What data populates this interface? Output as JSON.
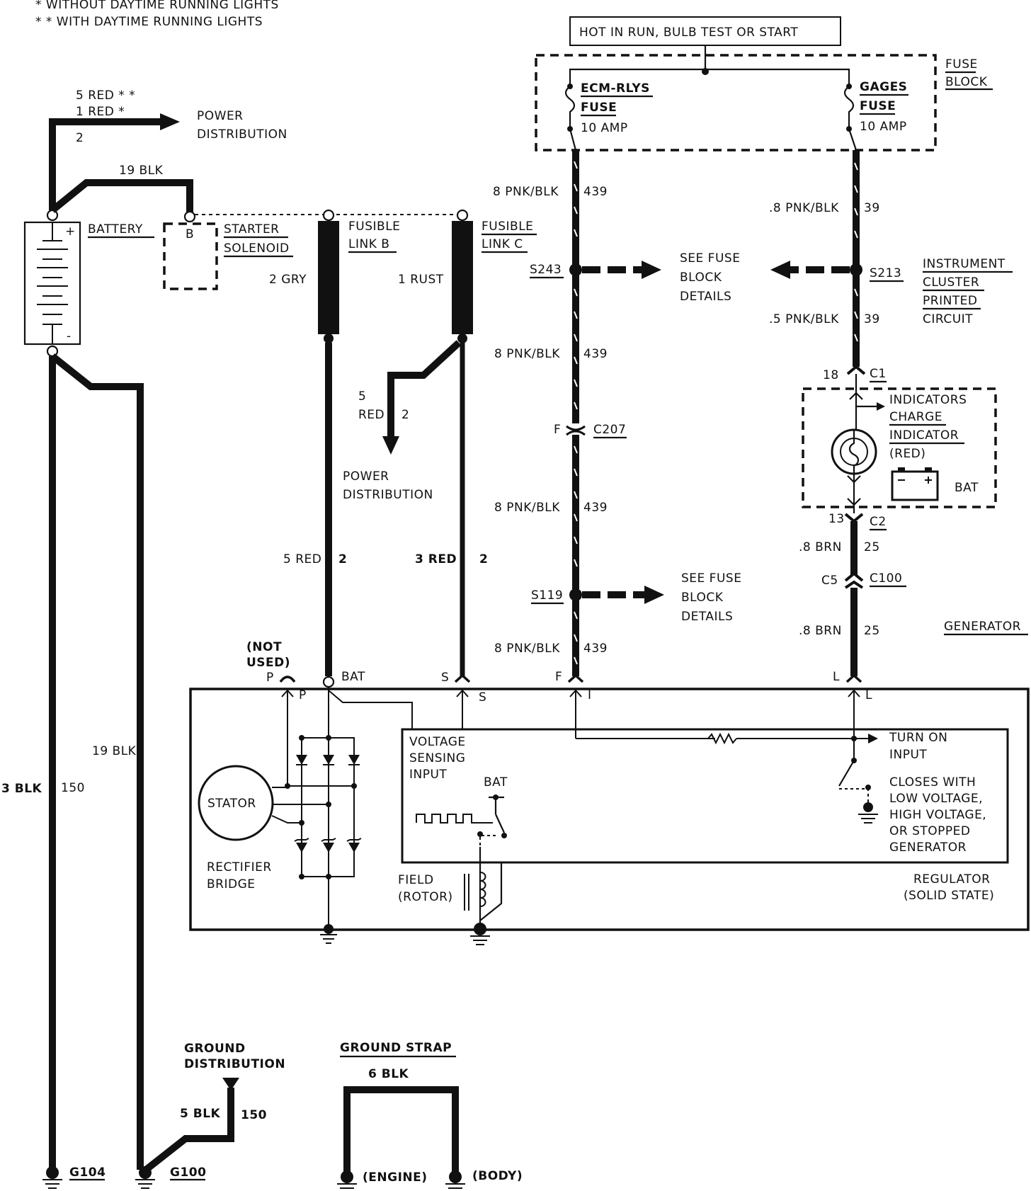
{
  "legend": {
    "without_drl": "*   WITHOUT DAYTIME RUNNING LIGHTS",
    "with_drl": "* *  WITH DAYTIME RUNNING LIGHTS"
  },
  "hot_box": "HOT IN RUN, BULB TEST OR START",
  "fuse_block": {
    "label_1": "FUSE",
    "label_2": "BLOCK",
    "ecm_1": "ECM-RLYS",
    "ecm_2": "FUSE",
    "ecm_3": "10 AMP",
    "gages_1": "GAGES",
    "gages_2": "FUSE",
    "gages_3": "10 AMP"
  },
  "battery": {
    "label": "BATTERY",
    "w_5red": "5 RED  * *",
    "w_1red": "1 RED  *",
    "w_2": "2",
    "pd_1": "POWER",
    "pd_2": "DISTRIBUTION",
    "w_19blk": "19 BLK",
    "plus": "+",
    "minus": "-"
  },
  "starter": {
    "b": "B",
    "label_1": "STARTER",
    "label_2": "SOLENOID"
  },
  "fusible_b": {
    "label_1": "FUSIBLE",
    "label_2": "LINK B",
    "wire": "2 GRY"
  },
  "fusible_c": {
    "label_1": "FUSIBLE",
    "label_2": "LINK C",
    "wire": "1 RUST"
  },
  "pd2": {
    "w5": "5",
    "red": "RED",
    "w2": "2",
    "label_1": "POWER",
    "label_2": "DISTRIBUTION"
  },
  "bat_wire": {
    "a": "5 RED",
    "b": "2"
  },
  "s_wire": {
    "a": "3  RED",
    "b": "2"
  },
  "ecm_circuit": {
    "w1": "8 PNK/BLK",
    "n1": "439",
    "s243": "S243",
    "see1_1": "SEE FUSE",
    "see1_2": "BLOCK",
    "see1_3": "DETAILS",
    "w2": "8 PNK/BLK",
    "n2": "439",
    "f": "F",
    "c207": "C207",
    "w3": "8 PNK/BLK",
    "n3": "439",
    "s119": "S119",
    "see2_1": "SEE FUSE",
    "see2_2": "BLOCK",
    "see2_3": "DETAILS",
    "w4": "8 PNK/BLK",
    "n4": "439"
  },
  "gages_circuit": {
    "w1": ".8 PNK/BLK",
    "n1": "39",
    "s213": "S213",
    "w2": ".5 PNK/BLK",
    "n2": "39",
    "ic_1": "INSTRUMENT",
    "ic_2": "CLUSTER",
    "ic_3": "PRINTED",
    "ic_4": "CIRCUIT",
    "p18": "18",
    "c1": "C1",
    "ind_1": "INDICATORS",
    "ind_2": "CHARGE",
    "ind_3": "INDICATOR",
    "ind_4": "(RED)",
    "bat": "BAT",
    "p13": "13",
    "c2": "C2",
    "w3": ".8 BRN",
    "n3": "25",
    "c5": "C5",
    "c100": "C100",
    "w4": ".8 BRN",
    "n4": "25"
  },
  "generator": {
    "label": "GENERATOR",
    "not_used_1": "(NOT",
    "not_used_2": "USED)",
    "p_out": "P",
    "p_in": "P",
    "bat": "BAT",
    "s_out": "S",
    "s_in": "S",
    "f_out": "F",
    "i_in": "I",
    "l_out": "L",
    "l_in": "L",
    "vs_1": "VOLTAGE",
    "vs_2": "SENSING",
    "vs_3": "INPUT",
    "vs_bat": "BAT",
    "turn_1": "TURN ON",
    "turn_2": "INPUT",
    "cl_1": "CLOSES WITH",
    "cl_2": "LOW VOLTAGE,",
    "cl_3": "HIGH VOLTAGE,",
    "cl_4": "OR STOPPED",
    "cl_5": "GENERATOR",
    "stator": "STATOR",
    "rb_1": "RECTIFIER",
    "rb_2": "BRIDGE",
    "field_1": "FIELD",
    "field_2": "(ROTOR)",
    "reg_1": "REGULATOR",
    "reg_2": "(SOLID STATE)"
  },
  "grounds": {
    "w_3blk": "3 BLK",
    "n150a": "150",
    "w_19blk": "19 BLK",
    "gd_1": "GROUND",
    "gd_2": "DISTRIBUTION",
    "w_5blk": "5  BLK",
    "n150b": "150",
    "g104": "G104",
    "g100": "G100",
    "strap": "GROUND  STRAP",
    "strap_w": "6  BLK",
    "engine": "(ENGINE)",
    "body": "(BODY)"
  }
}
